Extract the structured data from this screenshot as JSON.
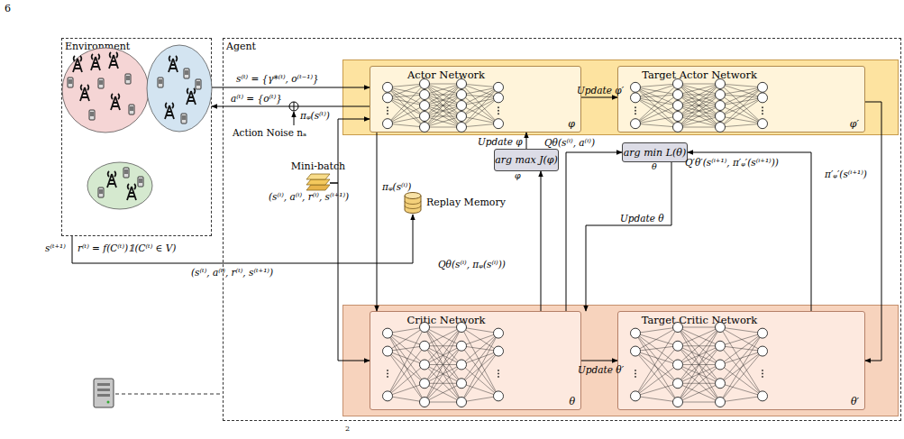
{
  "diagram": {
    "nodes": [
      {
        "text": [
          "Environment"
        ]
      },
      {
        "text": [
          "Agent"
        ]
      },
      {
        "text": [
          "Actor Network",
          "φ"
        ],
        "in": 1
      },
      {
        "text": [
          "Target Actor Network",
          "φ′"
        ],
        "in": 1
      },
      {
        "text": [
          "Critic Network",
          "θ"
        ],
        "in": 1
      },
      {
        "text": [
          "Target Critic Network",
          "θ′"
        ],
        "in": 1
      },
      {
        "text": [
          "arg max J(φ)",
          "φ"
        ],
        "in": 1
      },
      {
        "text": [
          "arg min L(θ)",
          "θ"
        ],
        "in": 1
      },
      {
        "text": [
          "Replay Memory"
        ],
        "in": 1
      },
      {
        "text": [
          "Mini-batch"
        ],
        "in": 1
      }
    ],
    "edges": [
      {
        "from": 0,
        "to": 2,
        "arrow": "to",
        "label": "s⁽ᵗ⁾ = {γ*⁽ᵗ⁾, o⁽ᵗ⁻¹⁾}"
      },
      {
        "from": 2,
        "to": 0,
        "arrow": "to",
        "label": "a⁽ᵗ⁾ = {o⁽ᵗ⁾}"
      },
      {
        "from": 2,
        "to": 3,
        "arrow": "to",
        "label": "Update φ′"
      },
      {
        "from": 3,
        "to": 5,
        "arrow": "to",
        "label": "π′ᵩ′(s⁽ⁱ⁺¹⁾)"
      },
      {
        "from": 0,
        "to": 8,
        "arrow": "to",
        "label": "(s⁽ᵗ⁾, a⁽ᵗ⁾, r⁽ᵗ⁾, s⁽ᵗ⁺¹⁾)"
      },
      {
        "from": 9,
        "to": 2,
        "arrow": "to",
        "label": "(s⁽ⁱ⁾, a⁽ⁱ⁾, r⁽ⁱ⁾, s⁽ⁱ⁺¹⁾)"
      },
      {
        "from": 9,
        "to": 4,
        "arrow": "to"
      },
      {
        "from": 2,
        "to": 4,
        "arrow": "to",
        "label": "πᵩ(s⁽ⁱ⁾)"
      },
      {
        "from": 4,
        "to": 6,
        "arrow": "to",
        "label": "Qθ(s⁽ⁱ⁾, πᵩ(s⁽ⁱ⁾))"
      },
      {
        "from": 6,
        "to": 2,
        "arrow": "to",
        "label": "Update φ"
      },
      {
        "from": 4,
        "to": 7,
        "arrow": "to",
        "label": "Qθ(s⁽ⁱ⁾, a⁽ⁱ⁾)"
      },
      {
        "from": 5,
        "to": 7,
        "arrow": "to",
        "label": "Q′θ′(s⁽ⁱ⁺¹⁾, π′ᵩ′(s⁽ⁱ⁺¹⁾))"
      },
      {
        "from": 7,
        "to": 4,
        "arrow": "to",
        "label": "Update θ"
      },
      {
        "from": 4,
        "to": 5,
        "arrow": "to",
        "label": "Update θ′"
      }
    ],
    "labels": [
      "6",
      "πᵩ(s⁽ᵗ⁾)",
      "Action Noise nₐ",
      "s⁽ᵗ⁺¹⁾",
      "r⁽ᵗ⁾ = f(C⁽ᵗ⁾)𝟙(C⁽ᵗ⁾ ∈ V)",
      "2"
    ]
  }
}
